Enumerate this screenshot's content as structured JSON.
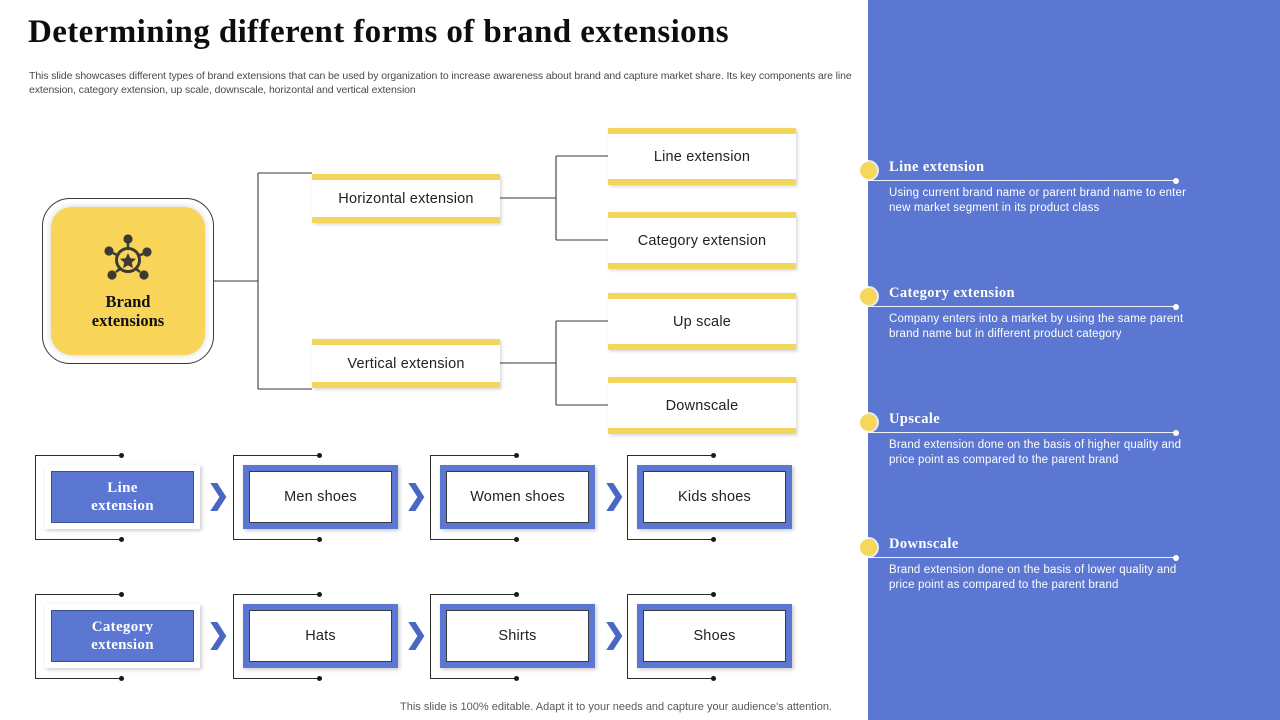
{
  "slide": {
    "title": "Determining different forms of brand extensions",
    "subtitle": "This slide showcases different types of brand extensions that can be used by organization to increase awareness about brand and capture market share. Its key components are line extension, category extension, up scale, downscale, horizontal and vertical extension",
    "footer": "This slide is 100% editable. Adapt it to your needs and capture your audience's attention."
  },
  "colors": {
    "panel_blue": "#5B77D1",
    "accent_yellow": "#F2D65E",
    "hub_yellow": "#F8D558",
    "chevron_blue": "#4A67C4",
    "text_dark": "#222222"
  },
  "tree": {
    "hub": {
      "label": "Brand\nextensions",
      "label_line1": "Brand",
      "label_line2": "extensions",
      "icon": "brand-network-star-icon"
    },
    "branches": [
      {
        "label": "Horizontal extension",
        "children": [
          {
            "label": "Line extension"
          },
          {
            "label": "Category extension"
          }
        ]
      },
      {
        "label": "Vertical extension",
        "children": [
          {
            "label": "Up scale"
          },
          {
            "label": "Downscale"
          }
        ]
      }
    ]
  },
  "flows": [
    {
      "name": "line-extension-flow",
      "lead": "Line\nextension",
      "lead_line1": "Line",
      "lead_line2": "extension",
      "steps": [
        "Men shoes",
        "Women shoes",
        "Kids shoes"
      ]
    },
    {
      "name": "category-extension-flow",
      "lead": "Category\nextension",
      "lead_line1": "Category",
      "lead_line2": "extension",
      "steps": [
        "Hats",
        "Shirts",
        "Shoes"
      ]
    }
  ],
  "details": [
    {
      "title": "Line extension",
      "body": "Using current brand name or parent brand name to enter new market segment in its product class"
    },
    {
      "title": "Category extension",
      "body": "Company enters into a market by using the same parent brand name but in different product category"
    },
    {
      "title": "Upscale",
      "body": "Brand extension done on the basis of higher quality and price point as compared to the parent brand"
    },
    {
      "title": "Downscale",
      "body": "Brand extension done on the basis of lower quality and price point as compared to the parent brand"
    }
  ]
}
